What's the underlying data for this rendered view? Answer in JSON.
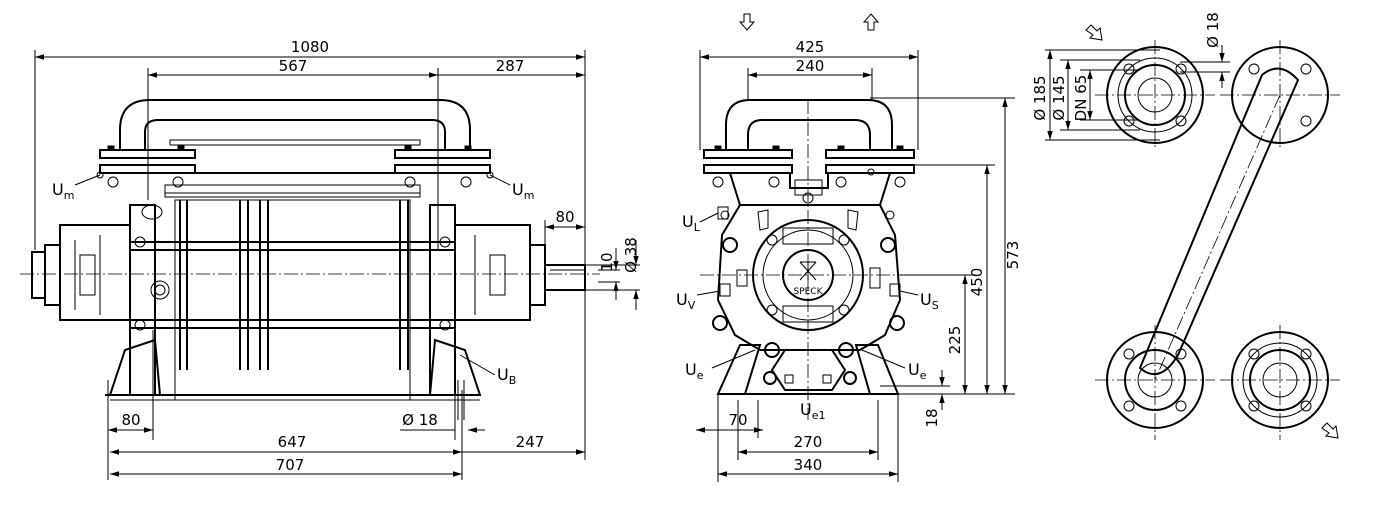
{
  "side_view": {
    "dims": [
      "1080",
      "567",
      "287",
      "80",
      "10",
      "Ø 38",
      "80",
      "Ø 18",
      "647",
      "707",
      "247"
    ]
  },
  "front_view": {
    "dims": [
      "425",
      "240",
      "573",
      "450",
      "225",
      "18",
      "70",
      "270",
      "340"
    ],
    "logo_text": "SPECK"
  },
  "flange_view": {
    "dims": [
      "Ø 18",
      "Ø 185",
      "Ø 145",
      "DN 65"
    ]
  },
  "connections": {
    "um_left": {
      "main": "U",
      "sub": "m"
    },
    "um_right": {
      "main": "U",
      "sub": "m"
    },
    "ub": {
      "main": "U",
      "sub": "B"
    },
    "ul": {
      "main": "U",
      "sub": "L"
    },
    "uv": {
      "main": "U",
      "sub": "V"
    },
    "us": {
      "main": "U",
      "sub": "S"
    },
    "ue_left": {
      "main": "U",
      "sub": "e"
    },
    "ue_right": {
      "main": "U",
      "sub": "e"
    },
    "ue1": {
      "main": "U",
      "sub": "e1"
    }
  },
  "flow_arrows": [
    "inlet-arrow-down",
    "outlet-arrow-up",
    "flange-arrow-in",
    "flange-arrow-out"
  ]
}
